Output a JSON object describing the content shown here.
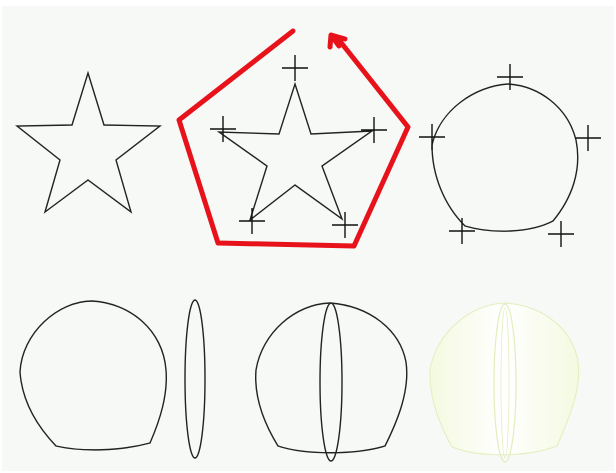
{
  "colors": {
    "page_background": "#ffffff",
    "panel_background": "#f6f9f6",
    "stroke": "#222222",
    "marker": "#111111",
    "arrow": "#e8121b",
    "faded_fill": "#f2f8d8",
    "faded_stroke": "#e2eebd"
  },
  "icons": {
    "arrow_head": "arrow-head-icon",
    "cross_marker": "crosshair-icon"
  },
  "shapes": [
    "star-outline",
    "star-with-control-markers",
    "rounded-pentagon-with-control-markers",
    "rounded-pentagon",
    "narrow-ellipse",
    "rounded-pentagon-with-ellipse",
    "faded-gradient-result"
  ]
}
